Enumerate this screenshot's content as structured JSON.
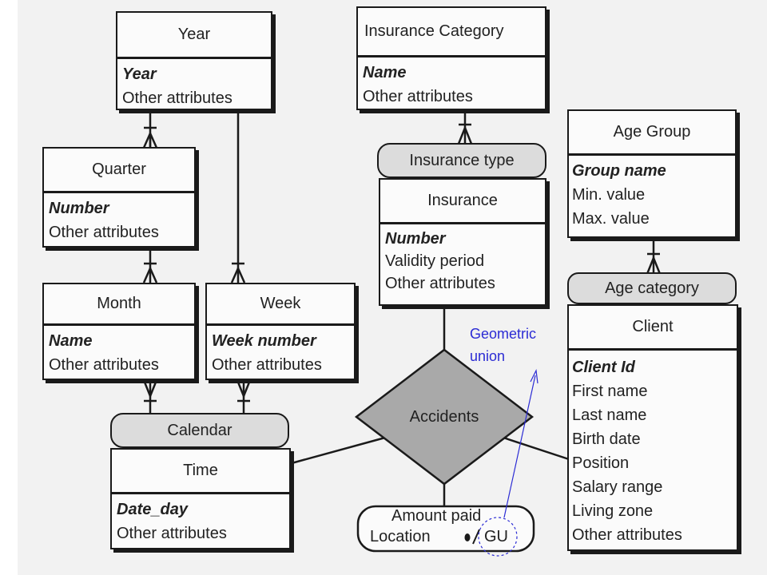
{
  "entities": {
    "year": {
      "title": "Year",
      "key": "Year",
      "attrs": [
        "Other attributes"
      ]
    },
    "quarter": {
      "title": "Quarter",
      "key": "Number",
      "attrs": [
        "Other attributes"
      ]
    },
    "month": {
      "title": "Month",
      "key": "Name",
      "attrs": [
        "Other attributes"
      ]
    },
    "week": {
      "title": "Week",
      "key": "Week number",
      "attrs": [
        "Other attributes"
      ]
    },
    "time": {
      "title": "Time",
      "key": "Date_day",
      "attrs": [
        "Other attributes"
      ]
    },
    "insurance_category": {
      "title": "Insurance Category",
      "key": "Name",
      "attrs": [
        "Other attributes"
      ]
    },
    "insurance": {
      "title": "Insurance",
      "key": "Number",
      "attrs": [
        "Validity period",
        "Other attributes"
      ]
    },
    "age_group": {
      "title": "Age Group",
      "key": "Group name",
      "attrs": [
        "Min. value",
        "Max. value"
      ]
    },
    "client": {
      "title": "Client",
      "key": "Client Id",
      "attrs": [
        "First name",
        "Last name",
        "Birth date",
        "Position",
        "Salary range",
        "Living zone",
        "Other attributes"
      ]
    }
  },
  "hierarchies": {
    "calendar": "Calendar",
    "insurance_type": "Insurance type",
    "age_category": "Age category"
  },
  "fact": {
    "name": "Accidents",
    "measure": "Amount paid",
    "spatial_attr": "Location",
    "spatial_op": "GU"
  },
  "annotation": {
    "line1": "Geometric",
    "line2": "union"
  },
  "colors": {
    "annotation": "#2b2bd4",
    "fact_fill": "#a9a9a9",
    "hierarchy_fill": "#dcdcdc"
  }
}
